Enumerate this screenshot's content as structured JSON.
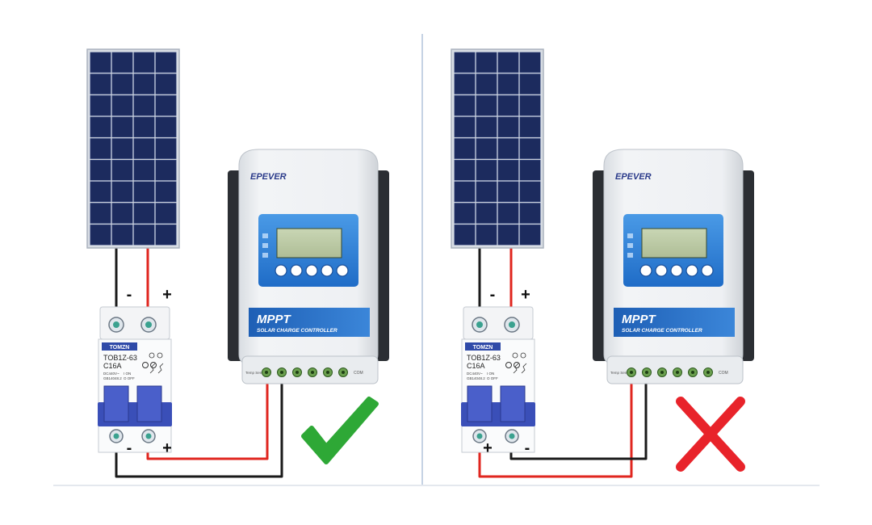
{
  "panels": [
    {
      "id": "left",
      "verdict": "correct",
      "breaker": {
        "brand": "TOMZN",
        "model": "TOB1Z-63",
        "rating": "C16A",
        "line_voltage": "DC440V~",
        "standard": "GB14048.2",
        "on_label": "I ON",
        "off_label": "O OFF",
        "top_polarity": [
          "-",
          "+"
        ],
        "bottom_polarity": [
          "-",
          "+"
        ]
      },
      "controller": {
        "brand": "EPEVER",
        "product": "MPPT",
        "subtitle": "SOLAR CHARGE CONTROLLER",
        "temp_label": "Temp Sensor",
        "com_label": "COM"
      }
    },
    {
      "id": "right",
      "verdict": "wrong",
      "breaker": {
        "brand": "TOMZN",
        "model": "TOB1Z-63",
        "rating": "C16A",
        "line_voltage": "DC440V~",
        "standard": "GB14048.2",
        "on_label": "I ON",
        "off_label": "O OFF",
        "top_polarity": [
          "-",
          "+"
        ],
        "bottom_polarity": [
          "+",
          "-"
        ]
      },
      "controller": {
        "brand": "EPEVER",
        "product": "MPPT",
        "subtitle": "SOLAR CHARGE CONTROLLER",
        "temp_label": "Temp Sensor",
        "com_label": "COM"
      }
    }
  ],
  "colors": {
    "wire_positive": "#e0261f",
    "wire_negative": "#1a1a1a",
    "check": "#2ea836",
    "cross": "#e8232a",
    "panel_cell": "#1c2b5e",
    "breaker_handle": "#3a4fb8",
    "lcd_blue": "#2f7fd1",
    "band_blue": "#2369c3"
  },
  "icons": [
    "solar-panel-icon",
    "circuit-breaker-icon",
    "charge-controller-icon",
    "check-icon",
    "cross-icon"
  ]
}
